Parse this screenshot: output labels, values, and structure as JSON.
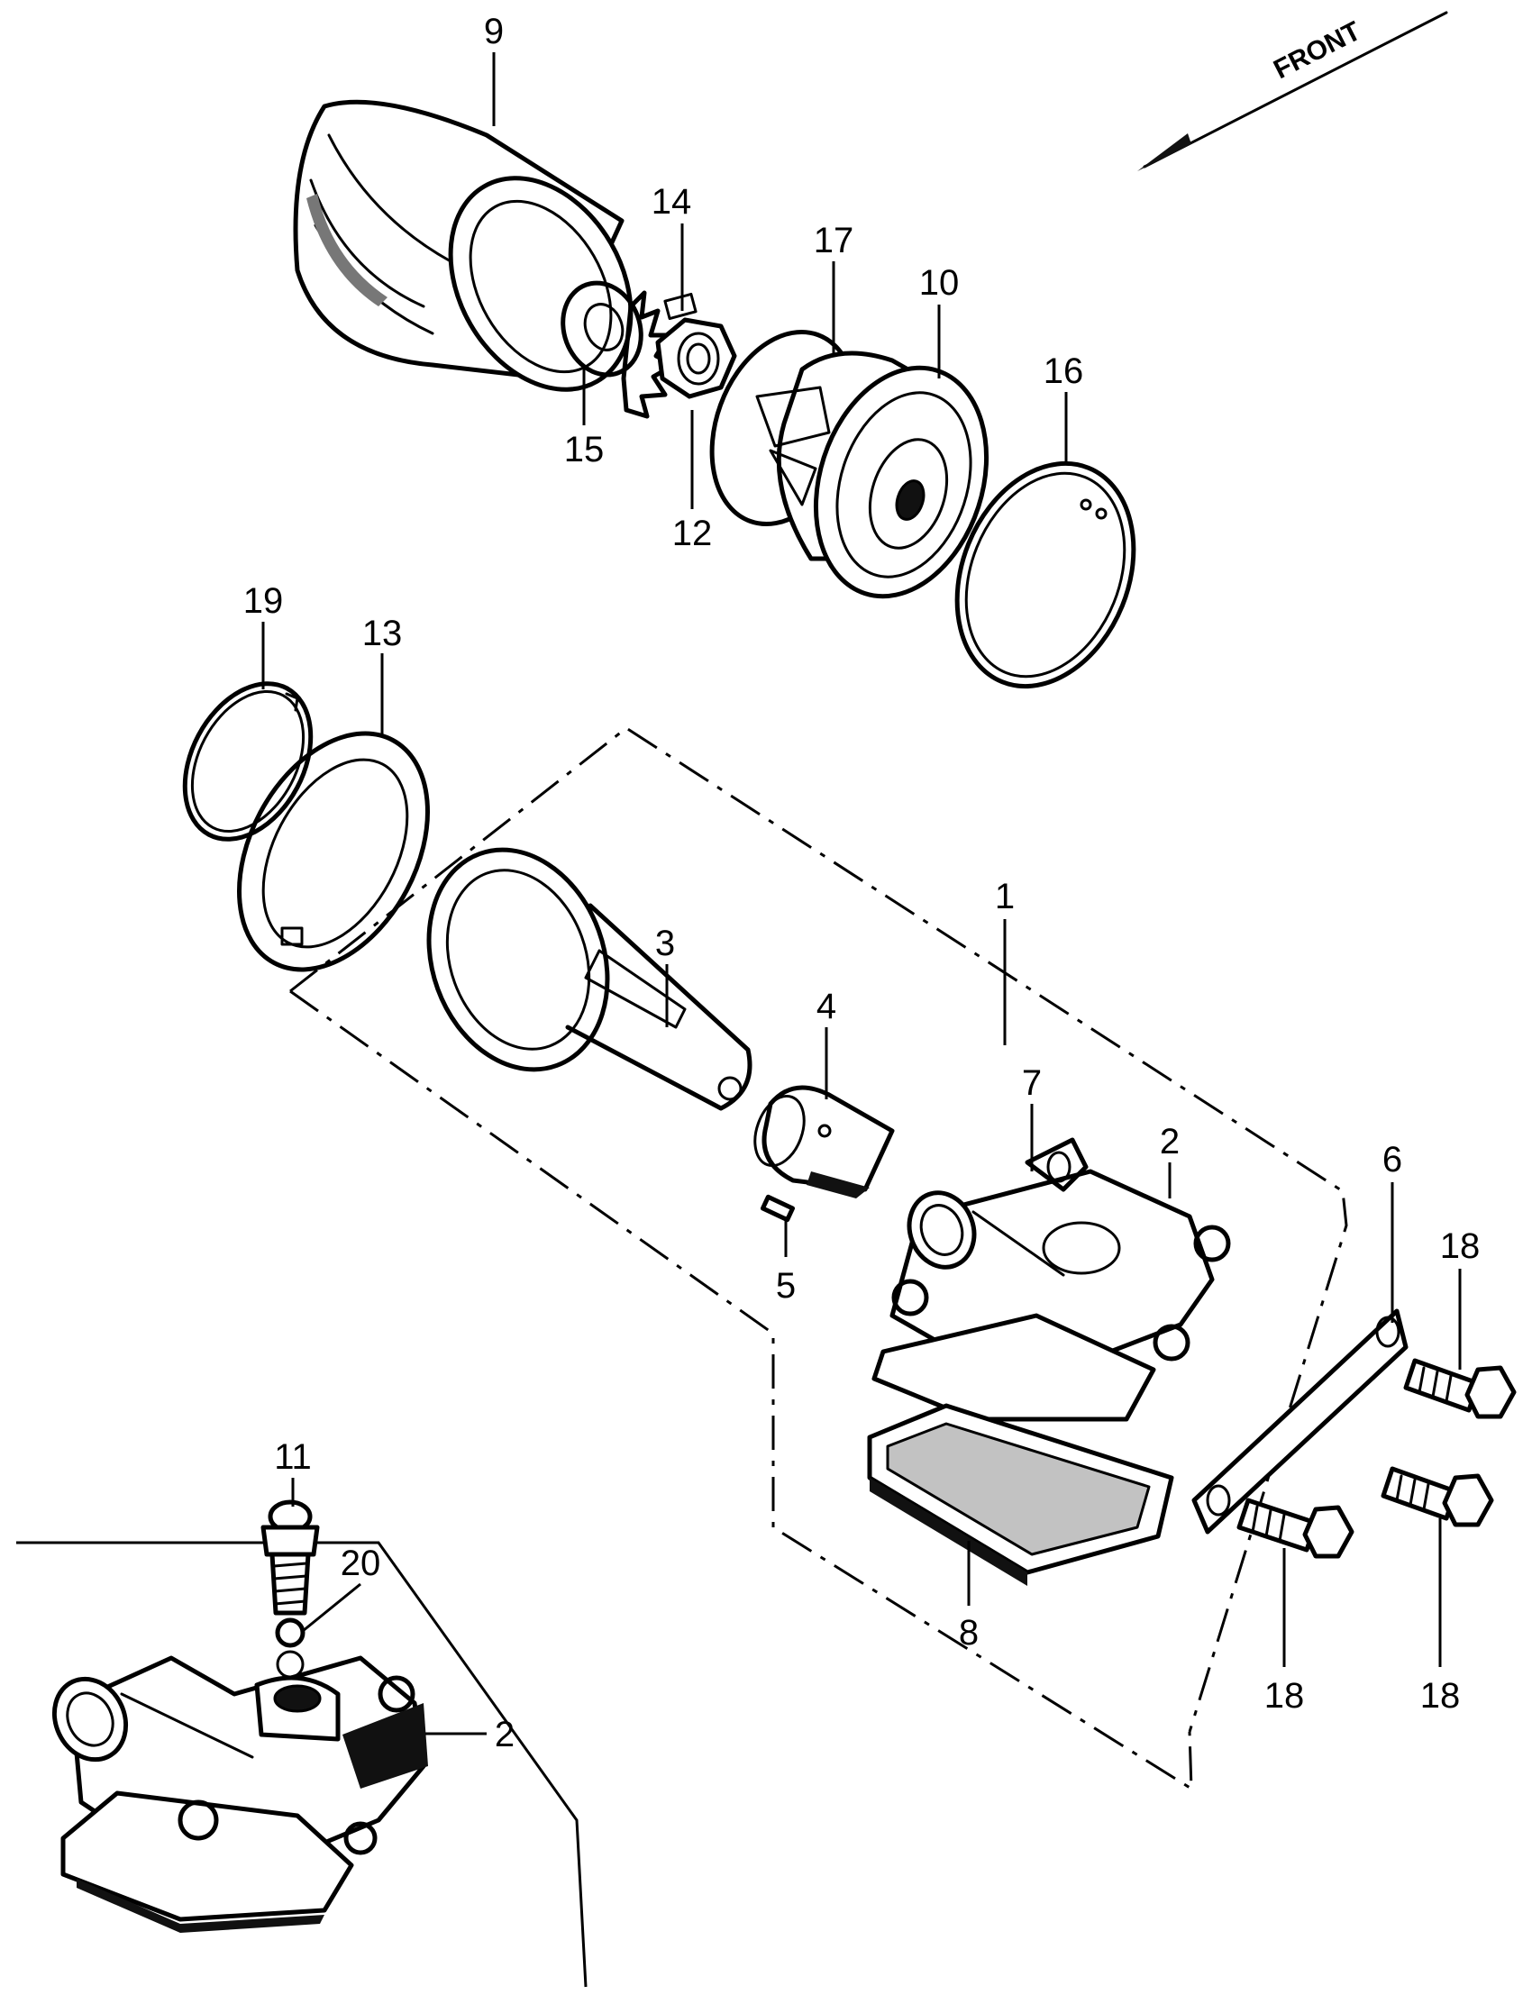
{
  "front_label": "FRONT",
  "callouts": {
    "c1": "1",
    "c2_top": "2",
    "c2_bottom": "2",
    "c3": "3",
    "c4": "4",
    "c5": "5",
    "c6": "6",
    "c7": "7",
    "c8": "8",
    "c9": "9",
    "c10": "10",
    "c11": "11",
    "c12": "12",
    "c13": "13",
    "c14": "14",
    "c15": "15",
    "c16": "16",
    "c17": "17",
    "c18_a": "18",
    "c18_b": "18",
    "c18_c": "18",
    "c19": "19",
    "c20": "20"
  }
}
